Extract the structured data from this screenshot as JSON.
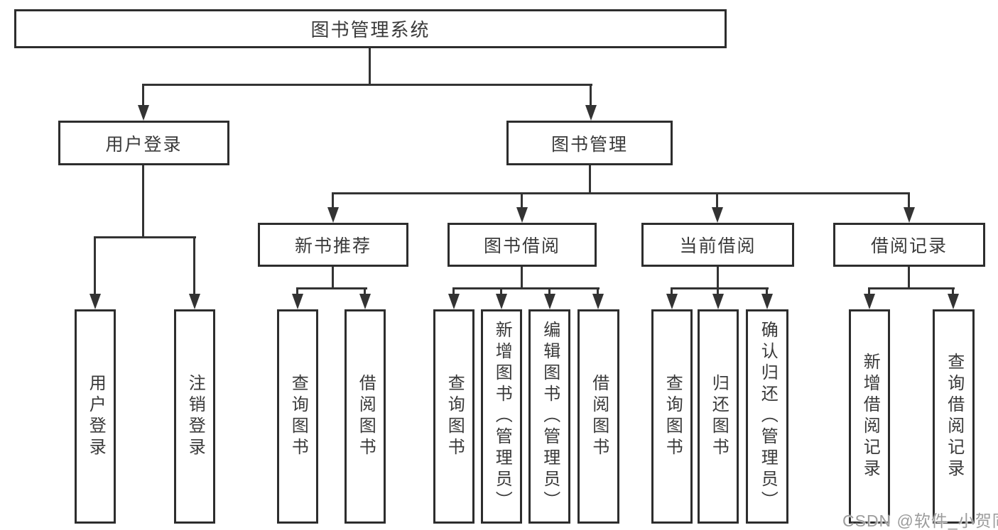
{
  "tree": {
    "root": {
      "label": "图书管理系统",
      "children": [
        {
          "label": "用户登录",
          "children": [
            {
              "label": "用户登录"
            },
            {
              "label": "注销登录"
            }
          ]
        },
        {
          "label": "图书管理",
          "children": [
            {
              "label": "新书推荐",
              "children": [
                {
                  "label": "查询图书"
                },
                {
                  "label": "借阅图书"
                }
              ]
            },
            {
              "label": "图书借阅",
              "children": [
                {
                  "label": "查询图书"
                },
                {
                  "label": "新增图书（管理员）"
                },
                {
                  "label": "编辑图书（管理员）"
                },
                {
                  "label": "借阅图书"
                }
              ]
            },
            {
              "label": "当前借阅",
              "children": [
                {
                  "label": "查询图书"
                },
                {
                  "label": "归还图书"
                },
                {
                  "label": "确认归还（管理员）"
                }
              ]
            },
            {
              "label": "借阅记录",
              "children": [
                {
                  "label": "新增借阅记录"
                },
                {
                  "label": "查询借阅记录"
                }
              ]
            }
          ]
        }
      ]
    }
  },
  "watermark": {
    "text": "CSDN @软件_小贺同学",
    "color": "#9c9c9c"
  },
  "colors": {
    "line": "#333333",
    "box_border": "#2d2d2d",
    "text": "#3a3a3a",
    "background": "#ffffff"
  }
}
